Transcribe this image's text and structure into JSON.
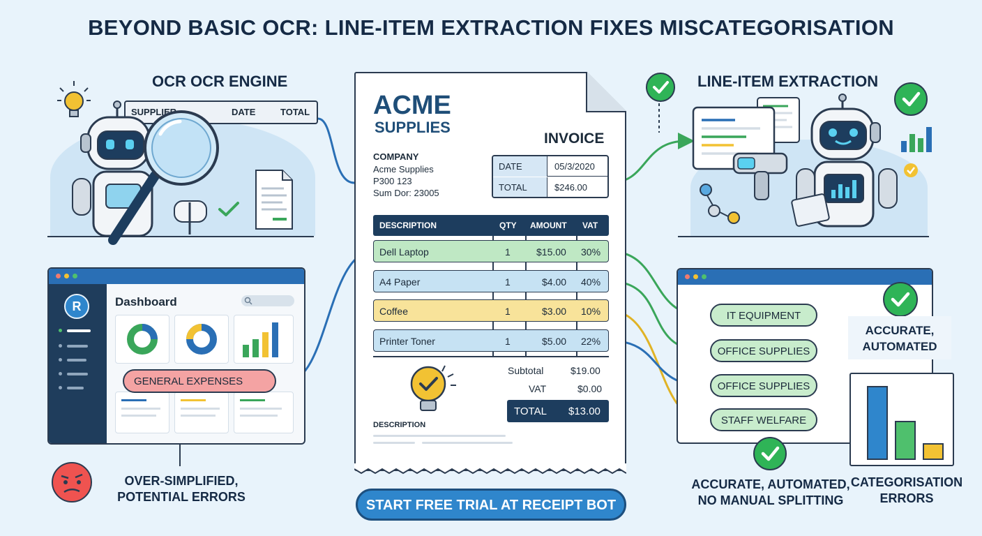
{
  "title": "BEYOND BASIC OCR: LINE-ITEM EXTRACTION FIXES MISCATEGORISATION",
  "left_section": {
    "heading": "OCR OCR ENGINE",
    "fields": [
      "SUPPLIER",
      "DATE",
      "TOTAL"
    ],
    "dashboard": {
      "title": "Dashboard",
      "tag": "GENERAL EXPENSES"
    },
    "caption": [
      "OVER-SIMPLIFIED,",
      "POTENTIAL ERRORS"
    ]
  },
  "receipt": {
    "brand_line1": "ACME",
    "brand_line2": "SUPPLIES",
    "doc_type": "INVOICE",
    "company": {
      "heading": "COMPANY",
      "lines": [
        "Acme Supplies",
        "P300 123",
        "Sum Dor: 23005"
      ]
    },
    "meta": [
      {
        "label": "DATE",
        "value": "05/3/2020"
      },
      {
        "label": "TOTAL",
        "value": "$246.00"
      }
    ],
    "columns": [
      "DESCRIPTION",
      "QTY",
      "AMOUNT",
      "VAT"
    ],
    "items": [
      {
        "description": "Dell Laptop",
        "qty": "1",
        "amount": "$15.00",
        "vat": "30%",
        "color": "#bfe8c4"
      },
      {
        "description": "A4 Paper",
        "qty": "1",
        "amount": "$4.00",
        "vat": "40%",
        "color": "#c6e2f3"
      },
      {
        "description": "Coffee",
        "qty": "1",
        "amount": "$3.00",
        "vat": "10%",
        "color": "#f8e39a"
      },
      {
        "description": "Printer Toner",
        "qty": "1",
        "amount": "$5.00",
        "vat": "22%",
        "color": "#c6e2f3"
      }
    ],
    "subtotal_label": "Subtotal",
    "subtotal_value": "$19.00",
    "vat_label": "VAT",
    "vat_value": "$0.00",
    "total_label": "TOTAL",
    "total_value": "$13.00",
    "footer_label": "DESCRIPTION"
  },
  "right_section": {
    "heading": "LINE-ITEM EXTRACTION",
    "categories": [
      "IT EQUIPMENT",
      "OFFICE SUPPLIES",
      "OFFICE SUPPLIES",
      "STAFF WELFARE"
    ],
    "result_lines": [
      "ACCURATE,",
      "AUTOMATED"
    ],
    "caption_left": [
      "ACCURATE, AUTOMATED,",
      "NO MANUAL SPLITTING"
    ],
    "caption_right": [
      "CATEGORISATION",
      "ERRORS"
    ]
  },
  "cta_label": "START FREE TRIAL AT RECEIPT BOT",
  "colors": {
    "navy": "#1d3d5e",
    "accent_blue": "#2f86cc",
    "green": "#2fb457",
    "yellow": "#f2c233",
    "red_tag": "#f4a3a3"
  }
}
